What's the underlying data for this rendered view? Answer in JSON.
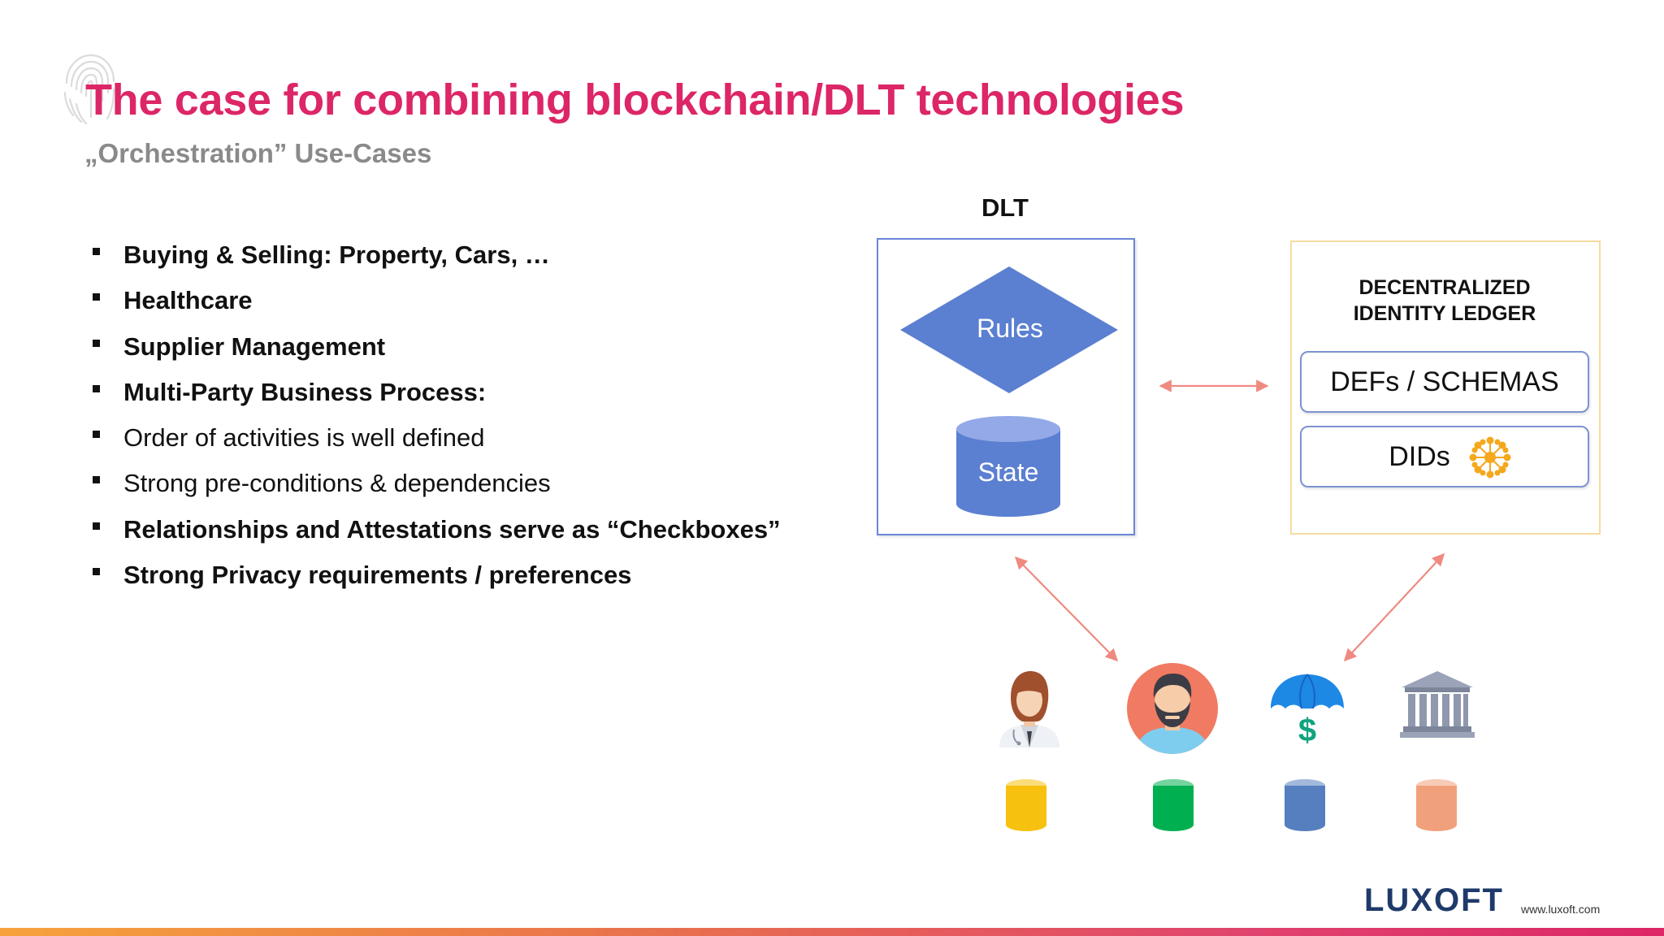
{
  "slide": {
    "title": "The case for combining blockchain/DLT technologies",
    "subtitle": "„Orchestration” Use-Cases"
  },
  "bullets": [
    {
      "text": "Buying & Selling: Property, Cars, …",
      "bold": true
    },
    {
      "text": "Healthcare",
      "bold": true
    },
    {
      "text": "Supplier Management",
      "bold": true
    },
    {
      "text": "Multi-Party Business Process:",
      "bold": true
    },
    {
      "text": "Order of activities is well defined",
      "bold": false
    },
    {
      "text": "Strong pre-conditions & dependencies",
      "bold": false
    },
    {
      "text": "Relationships and Attestations serve as “Checkboxes”",
      "bold": true
    },
    {
      "text": "Strong Privacy requirements / preferences",
      "bold": true
    }
  ],
  "diagram": {
    "dlt_label": "DLT",
    "rules_label": "Rules",
    "state_label": "State",
    "ledger_title_line1": "DECENTRALIZED",
    "ledger_title_line2": "IDENTITY LEDGER",
    "schemas_label": "DEFs / SCHEMAS",
    "dids_label": "DIDs"
  },
  "participants": [
    {
      "icon": "doctor-icon",
      "storage_color": "#f7c10f"
    },
    {
      "icon": "man-avatar-icon",
      "storage_color": "#00b050"
    },
    {
      "icon": "insurance-umbrella-icon",
      "storage_color": "#557fbf"
    },
    {
      "icon": "bank-icon",
      "storage_color": "#f0a17b"
    }
  ],
  "colors": {
    "title": "#dc2667",
    "subtitle": "#8a8a8a",
    "diagram_blue": "#5b7fd1",
    "arrow": "#ef8a80",
    "ledger_border": "#f6dca0",
    "brand": "#1e3a6a"
  },
  "footer": {
    "brand": "LUXOFT",
    "url": "www.luxoft.com"
  }
}
